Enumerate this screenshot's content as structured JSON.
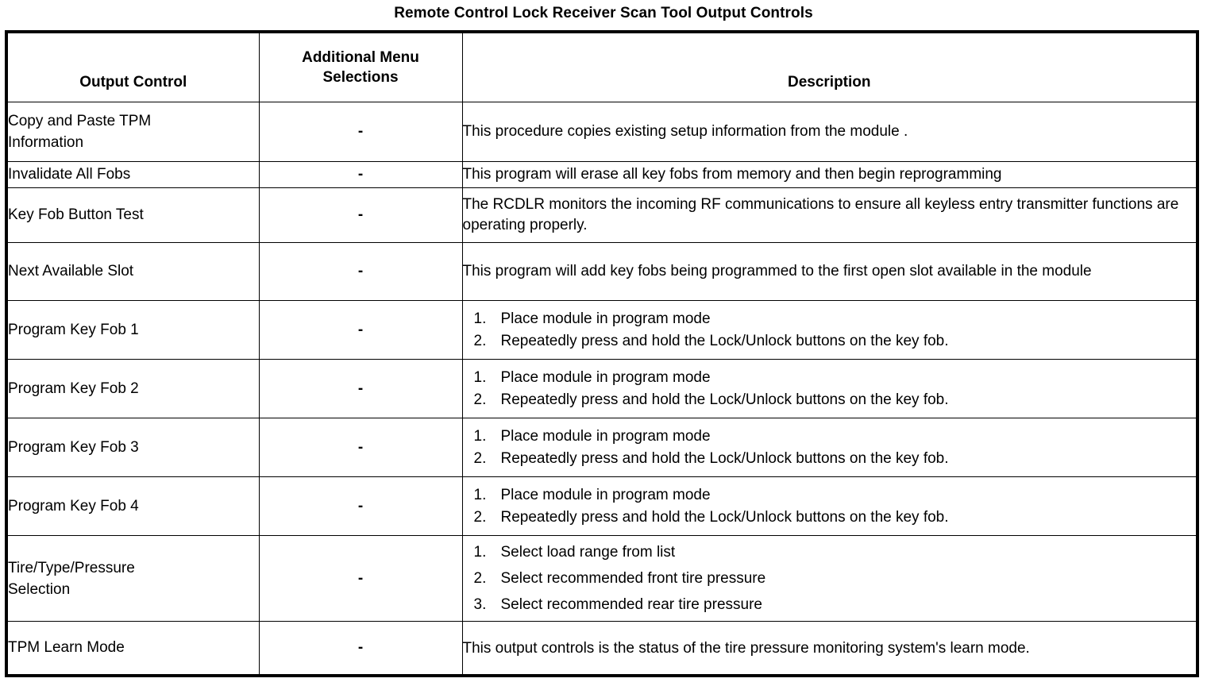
{
  "document": {
    "title": "Remote Control Lock Receiver Scan Tool Output Controls"
  },
  "table": {
    "headers": {
      "output_control": "Output Control",
      "additional_menu_selections": "Additional Menu\nSelections",
      "additional_menu_selections_line1": "Additional Menu",
      "additional_menu_selections_line2": "Selections",
      "description": "Description"
    },
    "rows": [
      {
        "control": "Copy and Paste TPM Information",
        "control_line1": "Copy and Paste TPM",
        "control_line2": "Information",
        "menu": "-",
        "description_type": "paragraph",
        "description": "This procedure copies existing setup information from the module ."
      },
      {
        "control": "Invalidate All Fobs",
        "menu": "-",
        "description_type": "paragraph",
        "description": "This program will erase all key fobs from memory and then begin reprogramming"
      },
      {
        "control": "Key Fob Button Test",
        "menu": "-",
        "description_type": "paragraph",
        "description": "The RCDLR monitors the incoming RF communications to ensure all keyless entry transmitter functions are operating properly."
      },
      {
        "control": "Next Available Slot",
        "menu": "-",
        "description_type": "paragraph",
        "description": "This program will add key fobs being programmed to the first open slot available in the module"
      },
      {
        "control": "Program Key Fob 1",
        "menu": "-",
        "description_type": "steps",
        "steps": [
          {
            "num": "1.",
            "text": "Place module in program mode"
          },
          {
            "num": "2.",
            "text": "Repeatedly press and hold the Lock/Unlock buttons on the key fob."
          }
        ]
      },
      {
        "control": "Program Key Fob 2",
        "menu": "-",
        "description_type": "steps",
        "steps": [
          {
            "num": "1.",
            "text": "Place module in program mode"
          },
          {
            "num": "2.",
            "text": "Repeatedly press and hold the Lock/Unlock buttons on the key fob."
          }
        ]
      },
      {
        "control": "Program Key Fob 3",
        "menu": "-",
        "description_type": "steps",
        "steps": [
          {
            "num": "1.",
            "text": "Place module in program mode"
          },
          {
            "num": "2.",
            "text": "Repeatedly press and hold the Lock/Unlock buttons on the key fob."
          }
        ]
      },
      {
        "control": "Program Key Fob 4",
        "menu": "-",
        "description_type": "steps",
        "steps": [
          {
            "num": "1.",
            "text": "Place module in program mode"
          },
          {
            "num": "2.",
            "text": "Repeatedly press and hold the Lock/Unlock buttons on the key fob."
          }
        ]
      },
      {
        "control": "Tire/Type/Pressure Selection",
        "control_line1": "Tire/Type/Pressure",
        "control_line2": "Selection",
        "menu": "-",
        "description_type": "steps",
        "steps": [
          {
            "num": "1.",
            "text": "Select load range from list"
          },
          {
            "num": "2.",
            "text": "Select recommended front tire pressure"
          },
          {
            "num": "3.",
            "text": "Select recommended rear tire pressure"
          }
        ]
      },
      {
        "control": "TPM Learn Mode",
        "menu": "-",
        "description_type": "paragraph",
        "description": "This output controls is the status of the tire pressure monitoring system's learn mode."
      }
    ]
  },
  "colors": {
    "text": "#000000",
    "background": "#ffffff",
    "border": "#000000"
  }
}
